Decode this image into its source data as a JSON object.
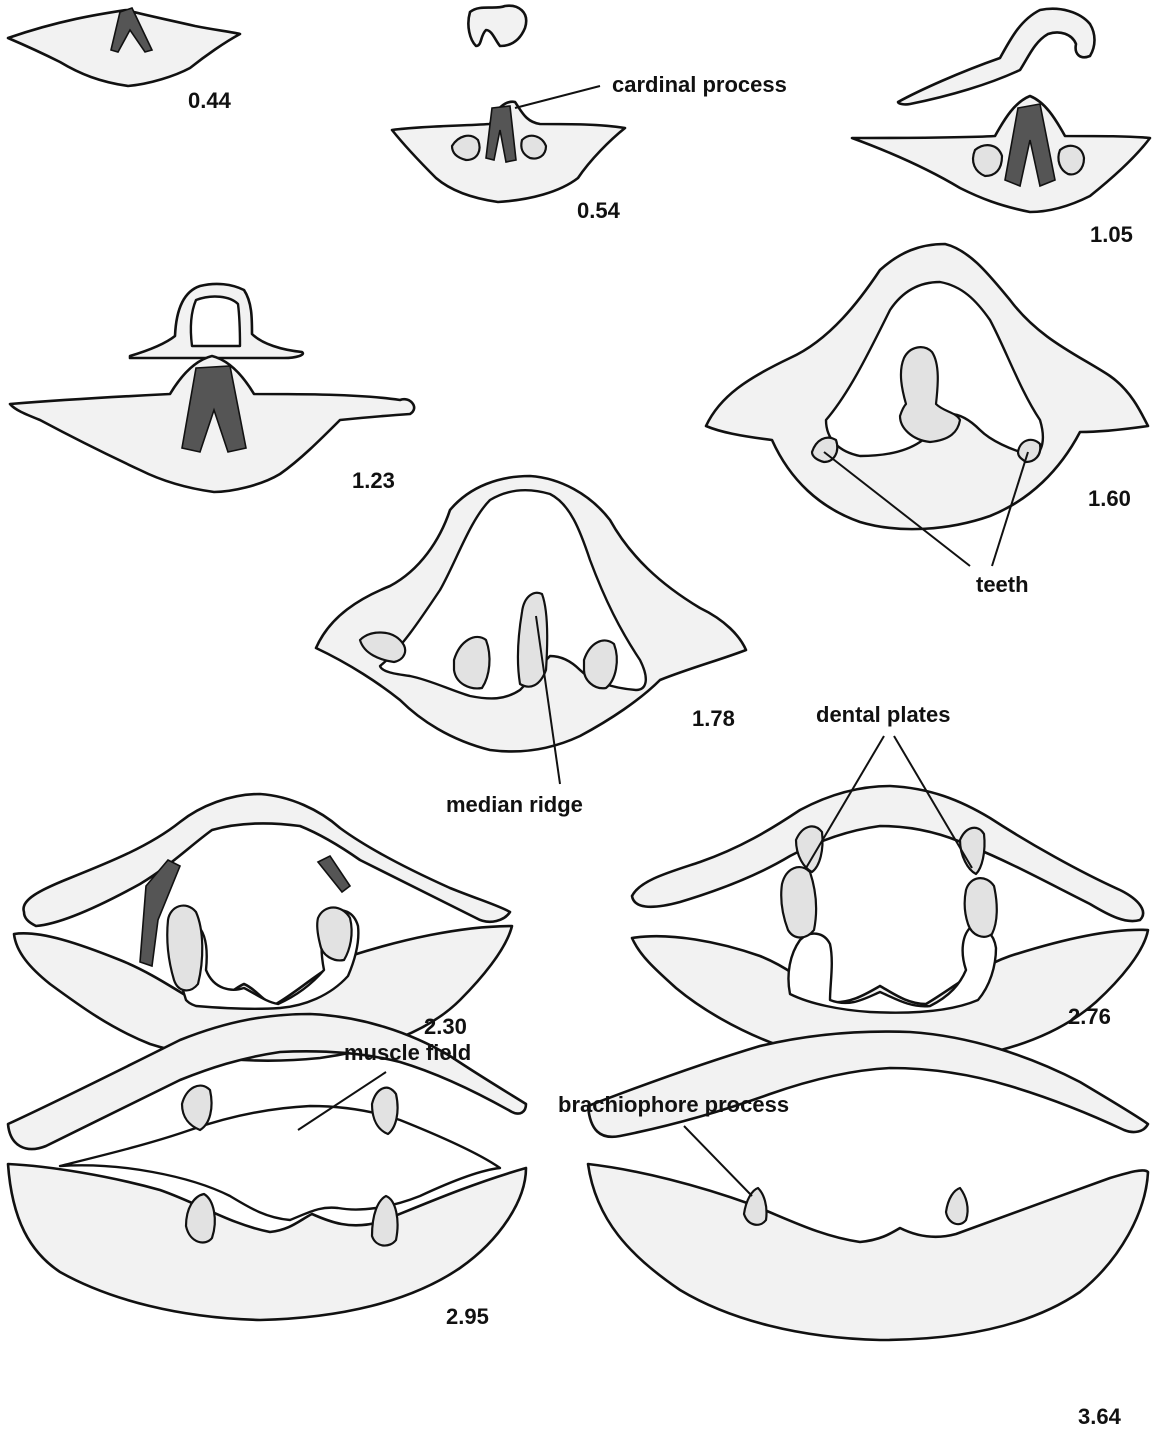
{
  "sections": [
    {
      "depth": "0.44"
    },
    {
      "depth": "0.54"
    },
    {
      "depth": "1.05"
    },
    {
      "depth": "1.23"
    },
    {
      "depth": "1.60"
    },
    {
      "depth": "1.78"
    },
    {
      "depth": "2.30"
    },
    {
      "depth": "2.76"
    },
    {
      "depth": "2.95"
    },
    {
      "depth": "3.64"
    }
  ],
  "labels": {
    "cardinal_process": "cardinal process",
    "teeth": "teeth",
    "median_ridge": "median ridge",
    "dental_plates": "dental plates",
    "muscle_field": "muscle field",
    "brachiophore_process": "brachiophore process"
  },
  "colors": {
    "ink": "#111111",
    "shell_fill": "#f2f2f2",
    "background": "#ffffff"
  }
}
